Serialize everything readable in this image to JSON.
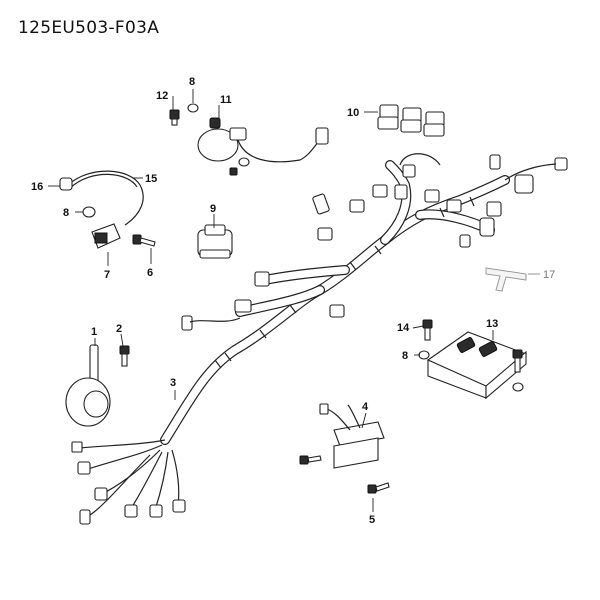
{
  "diagram_code": "125EU503-F03A",
  "callouts": [
    {
      "id": "callout-1",
      "label": "1"
    },
    {
      "id": "callout-2",
      "label": "2"
    },
    {
      "id": "callout-3",
      "label": "3"
    },
    {
      "id": "callout-4",
      "label": "4"
    },
    {
      "id": "callout-5",
      "label": "5"
    },
    {
      "id": "callout-6",
      "label": "6"
    },
    {
      "id": "callout-7",
      "label": "7"
    },
    {
      "id": "callout-8a",
      "label": "8"
    },
    {
      "id": "callout-8b",
      "label": "8"
    },
    {
      "id": "callout-8c",
      "label": "8"
    },
    {
      "id": "callout-9",
      "label": "9"
    },
    {
      "id": "callout-10",
      "label": "10"
    },
    {
      "id": "callout-11",
      "label": "11"
    },
    {
      "id": "callout-12",
      "label": "12"
    },
    {
      "id": "callout-13",
      "label": "13"
    },
    {
      "id": "callout-14",
      "label": "14"
    },
    {
      "id": "callout-15",
      "label": "15"
    },
    {
      "id": "callout-16",
      "label": "16"
    },
    {
      "id": "callout-17",
      "label": "17"
    }
  ]
}
